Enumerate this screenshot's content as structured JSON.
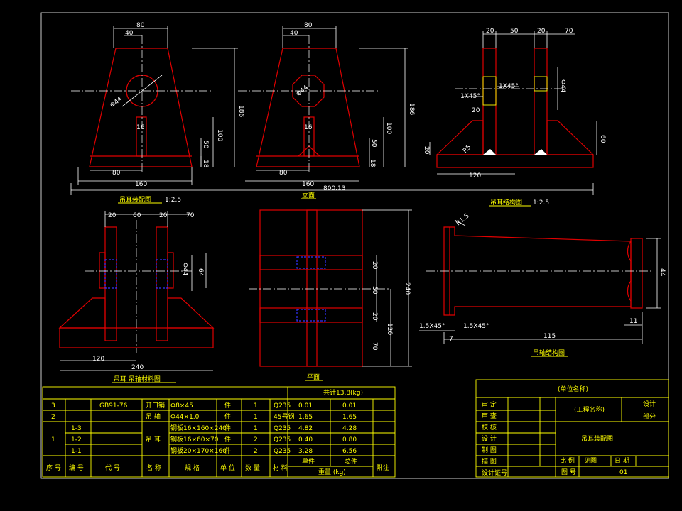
{
  "dims": {
    "v1_80": "80",
    "v1_40": "40",
    "v1_phi44": "Φ44",
    "v1_16": "16",
    "v1_100": "100",
    "v1_50": "50",
    "v1_186": "186",
    "v1_18": "18",
    "v1_80b": "80",
    "v1_160": "160",
    "v2_80": "80",
    "v2_40": "40",
    "v2_phi": "Φ44",
    "v2_16": "16",
    "v2_100": "100",
    "v2_50": "50",
    "v2_186": "186",
    "v2_18": "18",
    "v2_80b": "80",
    "v2_160": "160",
    "v2_total": "800.13",
    "v3_20a": "20",
    "v3_50": "50",
    "v3_20b": "20",
    "v3_70": "70",
    "v3_1x45a": "1X45°",
    "v3_1x45b": "1X45°",
    "v3_20c": "20",
    "v3_phi": "Φ44",
    "v3_60": "60",
    "v3_20d": "20",
    "v3_120": "120",
    "v3_r": "R5",
    "v4_20a": "20",
    "v4_60": "60",
    "v4_20b": "20",
    "v4_70": "70",
    "v4_phi": "Φ44",
    "v4_64": "64",
    "v4_120": "120",
    "v4_240": "240",
    "v5_20a": "20",
    "v5_50": "50",
    "v5_20b": "20",
    "v5_70": "70",
    "v5_240": "240",
    "v5_120": "120",
    "v6_r": "R1.5",
    "v6_44": "44",
    "v6_15a": "1.5X45°",
    "v6_15b": "1.5X45°",
    "v6_7": "7",
    "v6_115": "115",
    "v6_11": "11"
  },
  "captions": {
    "c1": "吊耳装配图",
    "c1_scale": "1:2.5",
    "c2": "立面",
    "c3": "吊耳结构图",
    "c3_scale": "1:2.5",
    "c4": "吊耳 吊轴材料图",
    "c5": "平面",
    "c6": "吊轴结构图"
  },
  "bom": {
    "total": "共计13.8(kg)",
    "rows": [
      {
        "seq": "3",
        "no": "",
        "code": "GB91-76",
        "name": "开口销",
        "spec": "Φ8×45",
        "unit": "件",
        "qty": "1",
        "mat": "Q235",
        "unit_w": "0.01",
        "total_w": "0.01"
      },
      {
        "seq": "2",
        "no": "",
        "code": "",
        "name": "吊 轴",
        "spec": "Φ44×1.0",
        "unit": "件",
        "qty": "1",
        "mat": "45号钢",
        "unit_w": "1.65",
        "total_w": "1.65"
      },
      {
        "seq": "",
        "no": "1-3",
        "code": "",
        "name": "",
        "spec": "钢板16×160×240",
        "unit": "件",
        "qty": "1",
        "mat": "Q235",
        "unit_w": "4.82",
        "total_w": "4.28"
      },
      {
        "seq": "1",
        "no": "1-2",
        "code": "",
        "name": "吊 耳",
        "spec": "钢板16×60×70",
        "unit": "件",
        "qty": "2",
        "mat": "Q235",
        "unit_w": "0.40",
        "total_w": "0.80"
      },
      {
        "seq": "",
        "no": "1-1",
        "code": "",
        "name": "",
        "spec": "钢板20×170×160",
        "unit": "件",
        "qty": "2",
        "mat": "Q235",
        "unit_w": "3.28",
        "total_w": "6.56"
      }
    ],
    "header": {
      "seq": "序 号",
      "no": "编 号",
      "code": "代 号",
      "name": "名 称",
      "spec": "规 格",
      "unit": "单 位",
      "qty": "数 量",
      "mat": "材 料",
      "unit_w": "单件",
      "total_w": "总件",
      "weight": "重量 (kg)",
      "remark": "附注"
    }
  },
  "title_block": {
    "org": "(单位名称)",
    "project": "(工程名称)",
    "labels": [
      "审 定",
      "审 查",
      "校 核",
      "设 计",
      "制 图",
      "描 图",
      "设计证号"
    ],
    "right_top": "设计",
    "right_mid": "部分",
    "drawing_name": "吊耳装配图",
    "scale_label": "比 例",
    "scale_value": "见图",
    "date_label": "日 期",
    "dwg_no_label": "图 号",
    "dwg_no": "01"
  }
}
